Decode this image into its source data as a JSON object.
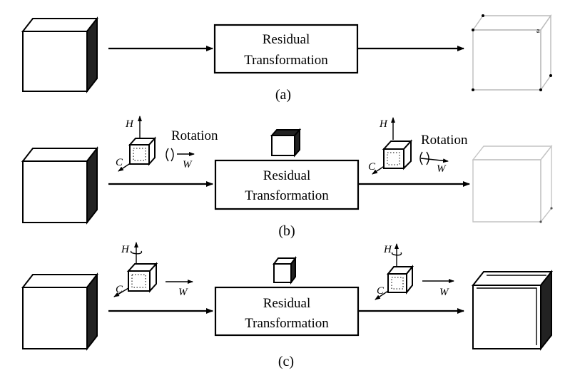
{
  "rows": [
    {
      "id": "a",
      "box_line1": "Residual",
      "box_line2": "Transformation",
      "caption": "(a)"
    },
    {
      "id": "b",
      "box_line1": "Residual",
      "box_line2": "Transformation",
      "caption": "(b)",
      "rotation_left": "Rotation",
      "rotation_right": "Rotation"
    },
    {
      "id": "c",
      "box_line1": "Residual",
      "box_line2": "Transformation",
      "caption": "(c)"
    }
  ],
  "axes": {
    "h": "H",
    "w": "W",
    "c": "C"
  }
}
